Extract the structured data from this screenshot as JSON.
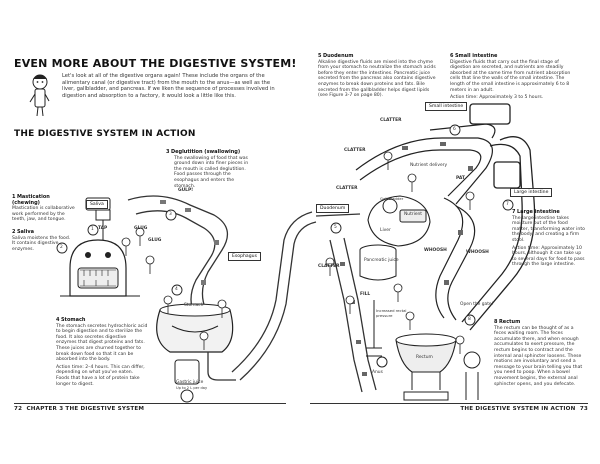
{
  "header": {
    "title": "Even More About the Digestive System!",
    "intro": "Let's look at all of the digestive organs again! These include the organs of the alimentary canal (or digestive tract) from the mouth to the anus—as well as the liver, gallbladder, and pancreas. If we liken the sequence of processes involved in digestion and absorption to a factory, it would look a little like this."
  },
  "section_title": "The Digestive System in Action",
  "notes": {
    "mastication": {
      "num": "1",
      "title": "Mastication (chewing)",
      "text": "Mastication is collaborative work performed by the teeth, jaw, and tongue."
    },
    "saliva": {
      "num": "2",
      "title": "Saliva",
      "text": "Saliva moistens the food. It contains digestive enzymes."
    },
    "deglutition": {
      "num": "3",
      "title": "Deglutition (swallowing)",
      "text": "The swallowing of food that was ground down into finer pieces in the mouth is called deglutition. Food passes through the esophagus and enters the stomach."
    },
    "stomach": {
      "num": "4",
      "title": "Stomach",
      "text": "The stomach secretes hydrochloric acid to begin digestion and to sterilize the food. It also secretes digestive enzymes that digest proteins and fats. These juices are churned together to break down food so that it can be absorbed into the body.",
      "time": "Action time: 2–4 hours. This can differ, depending on what you've eaten. Foods that have a lot of protein take longer to digest."
    },
    "duodenum": {
      "num": "5",
      "title": "Duodenum",
      "text": "Alkaline digestive fluids are mixed into the chyme from your stomach to neutralize the stomach acids before they enter the intestines. Pancreatic juice secreted from the pancreas also contains digestive enzymes to break down proteins and fats. Bile secreted from the gallbladder helps digest lipids (see Figure 3-7 on page 80)."
    },
    "small_intestine": {
      "num": "6",
      "title": "Small intestine",
      "text": "Digestive fluids that carry out the final stage of digestion are secreted, and nutrients are steadily absorbed at the same time from nutrient absorption cells that line the walls of the small intestine. The length of the small intestine is approximately 6 to 8 meters in an adult.",
      "time": "Action time: Approximately 3 to 5 hours."
    },
    "large_intestine": {
      "num": "7",
      "title": "Large intestine",
      "text": "The large intestine takes moisture out of the food matter, transforming water into the body, and creating a firm stool.",
      "time": "Action time: Approximately 10 hours, although it can take up to several days for food to pass through the large intestine."
    },
    "rectum": {
      "num": "8",
      "title": "Rectum",
      "text": "The rectum can be thought of as a feces waiting room. The feces accumulate there, and when enough accumulates to exert pressure, the rectum begins to contract and the internal anal sphincter loosens. These motions are involuntary and send a message to your brain telling you that you need to poop. When a bowel movement begins, the external anal sphincter opens, and you defecate."
    }
  },
  "diagram": {
    "labels": {
      "saliva_box": "Saliva",
      "esophagus": "Esophagus",
      "stomach": "Stomach",
      "gastric_juice": "Gastric juice",
      "gastric_juice_sub": "Up to 2 L per day",
      "duodenum": "Duodenum",
      "small_intestine": "Small intestine",
      "large_intestine": "Large intestine",
      "liver": "Liver",
      "gallbladder": "Gall-bladder",
      "nutrient": "Nutrient",
      "nutrient_delivery": "Nutrient delivery",
      "pancreatic_juice": "Pancreatic juice",
      "rectum": "Rectum",
      "anus": "Anus",
      "increased_pressure": "Increased rectal pressure",
      "open_gate": "Open the gate!"
    },
    "sfx": {
      "gulp": "GULP!",
      "glug1": "GLUG",
      "glug2": "GLUG",
      "clatter1": "CLATTER",
      "clatter2": "CLATTER",
      "clatter3": "CLATTER",
      "clatter4": "CLATTER",
      "whoosh1": "WHOOSH",
      "whoosh2": "WHOOSH",
      "tap": "TAP",
      "pat": "PAT",
      "fill": "FILL"
    },
    "step_markers": [
      "1",
      "2",
      "3",
      "4",
      "5",
      "6",
      "7",
      "8"
    ]
  },
  "footer": {
    "left_page": "72",
    "left_chapter": "Chapter 3 The Digestive System",
    "right_section": "The Digestive System in Action",
    "right_page": "73"
  }
}
